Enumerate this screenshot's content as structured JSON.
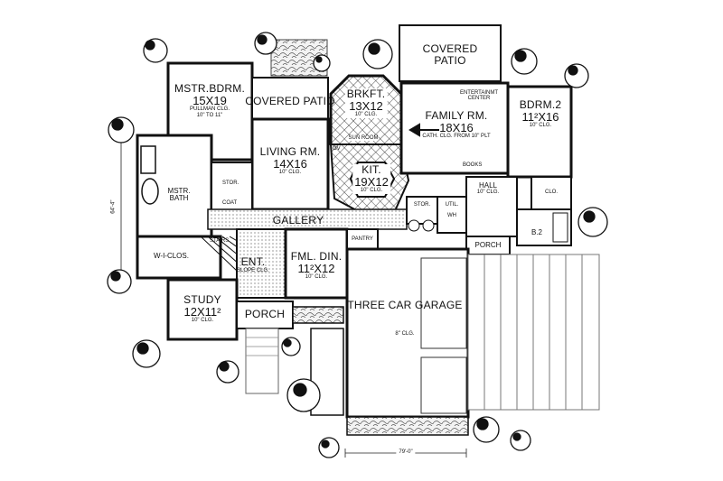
{
  "rooms": {
    "master_bedroom": {
      "name": "MSTR.BDRM.",
      "size": "15X19",
      "ceiling": "PULLMAN CLG.",
      "ceiling_note": "10\" TO 11\""
    },
    "covered_patio_left": {
      "name": "COVERED PATIO"
    },
    "covered_patio_top": {
      "name_line1": "COVERED",
      "name_line2": "PATIO"
    },
    "breakfast": {
      "name": "BRKFT.",
      "size": "13X12",
      "ceiling": "10\" CLG."
    },
    "family_room": {
      "name": "FAMILY RM.",
      "size": "18X16",
      "ceiling": "CATH. CLG. FROM 10\" PLT"
    },
    "entertainment_center": {
      "line1": "ENTERTAINMT",
      "line2": "CENTER"
    },
    "bedroom2": {
      "name": "BDRM.2",
      "size": "11²X16",
      "ceiling": "10\" CLG."
    },
    "living_room": {
      "name": "LIVING RM.",
      "size": "14X16",
      "ceiling": "10\" CLG."
    },
    "kitchen": {
      "name": "KIT.",
      "size": "19X12",
      "ceiling": "10\" CLG."
    },
    "sunroom_label": "SUN ROOM",
    "master_bath": {
      "line1": "MSTR.",
      "line2": "BATH"
    },
    "storage_a": "STOR.",
    "coat": "COAT",
    "gallery": "GALLERY",
    "stairs": "STAIRS",
    "wi_closet": "W-I-CLOS.",
    "entry": {
      "name": "ENT.",
      "note": "SLOPE CLG."
    },
    "formal_dining": {
      "name": "FML. DIN.",
      "size": "11²X12",
      "ceiling": "10\" CLG."
    },
    "pantry": "PANTRY",
    "storage_b": "STOR.",
    "utility": "UTIL.",
    "hall": {
      "name": "HALL",
      "ceiling": "10\" CLG."
    },
    "books": "BOOKS",
    "closet": "CLO.",
    "bath2": "B.2",
    "porch_right": "PORCH",
    "study": {
      "name": "STUDY",
      "size": "12X11²",
      "ceiling": "10\" CLG."
    },
    "porch_front": "PORCH",
    "garage": {
      "name": "THREE CAR GARAGE",
      "ceiling": "8\" CLG."
    },
    "wh": "WH",
    "ov": "OV"
  },
  "dimensions": {
    "bottom": "79'-0\"",
    "left": "64'-4\""
  }
}
